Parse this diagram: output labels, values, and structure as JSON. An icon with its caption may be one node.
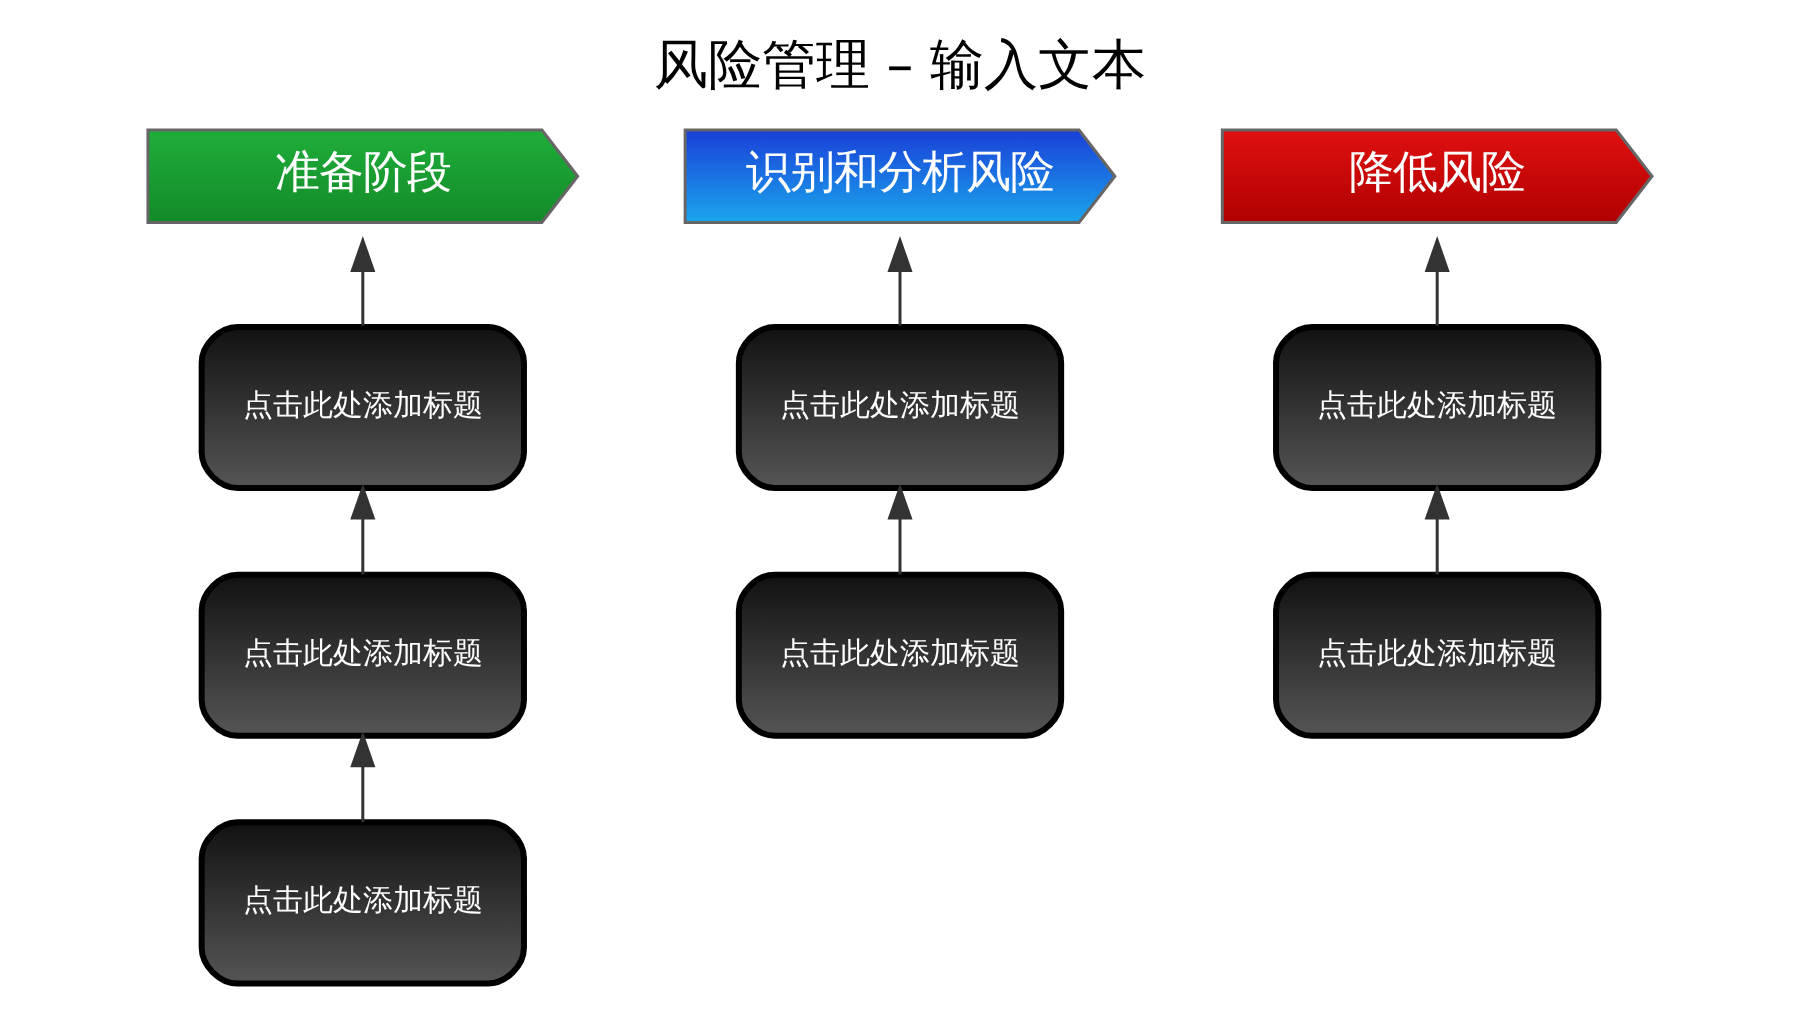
{
  "diagram": {
    "title": "风险管理 – 输入文本",
    "nodes": [
      {
        "text": [
          "准备阶段"
        ]
      },
      {
        "text": [
          "识别和分析风险"
        ]
      },
      {
        "text": [
          "降低风险"
        ]
      },
      {
        "text": [
          "点击此处添加标题"
        ]
      },
      {
        "text": [
          "点击此处添加标题"
        ]
      },
      {
        "text": [
          "点击此处添加标题"
        ]
      },
      {
        "text": [
          "点击此处添加标题"
        ]
      },
      {
        "text": [
          "点击此处添加标题"
        ]
      },
      {
        "text": [
          "点击此处添加标题"
        ]
      },
      {
        "text": [
          "点击此处添加标题"
        ]
      }
    ],
    "edges": [
      {
        "from": 3,
        "to": 0,
        "arrow": "to"
      },
      {
        "from": 4,
        "to": 1,
        "arrow": "to"
      },
      {
        "from": 5,
        "to": 2,
        "arrow": "to"
      },
      {
        "from": 6,
        "to": 3,
        "arrow": "to"
      },
      {
        "from": 7,
        "to": 4,
        "arrow": "to"
      },
      {
        "from": 8,
        "to": 5,
        "arrow": "to"
      },
      {
        "from": 9,
        "to": 6,
        "arrow": "to"
      }
    ]
  }
}
